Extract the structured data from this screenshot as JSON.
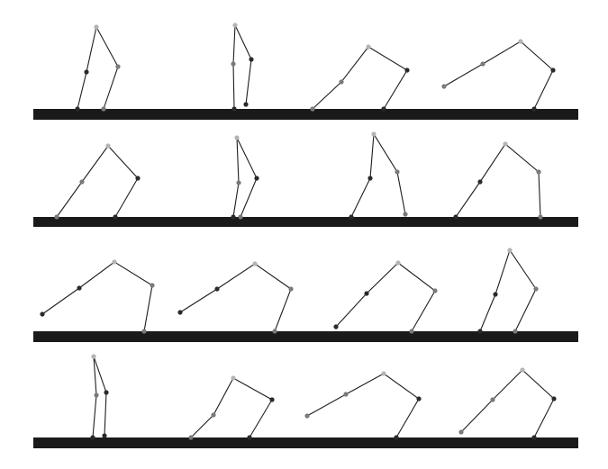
{
  "colors": {
    "ground": "#1a1a1a",
    "link": "#1e1e1e",
    "joint_dark": "#2a2a2a",
    "joint_mid": "#7a7a7a",
    "joint_light": "#b4b4b4"
  },
  "rows": [
    {
      "frames": [
        {
          "joints": [
            [
              86,
              121
            ],
            [
              96,
              80
            ],
            [
              107,
              30
            ],
            [
              131,
              74
            ],
            [
              115,
              121
            ]
          ],
          "shades": [
            "dark",
            "dark",
            "light",
            "mid",
            "mid"
          ]
        },
        {
          "joints": [
            [
              260,
              121
            ],
            [
              259,
              71
            ],
            [
              261,
              28
            ],
            [
              279,
              66
            ],
            [
              273,
              116
            ]
          ],
          "shades": [
            "dark",
            "mid",
            "light",
            "dark",
            "dark"
          ]
        },
        {
          "joints": [
            [
              347,
              121
            ],
            [
              379,
              91
            ],
            [
              409,
              52
            ],
            [
              452,
              78
            ],
            [
              426,
              121
            ]
          ],
          "shades": [
            "mid",
            "mid",
            "light",
            "dark",
            "dark"
          ]
        },
        {
          "joints": [
            [
              493,
              96
            ],
            [
              536,
              71
            ],
            [
              578,
              46
            ],
            [
              614,
              78
            ],
            [
              593,
              121
            ]
          ],
          "shades": [
            "mid",
            "mid",
            "light",
            "dark",
            "dark"
          ]
        }
      ]
    },
    {
      "frames": [
        {
          "joints": [
            [
              63,
              241
            ],
            [
              91,
              202
            ],
            [
              120,
              162
            ],
            [
              153,
              198
            ],
            [
              128,
              241
            ]
          ],
          "shades": [
            "mid",
            "mid",
            "light",
            "dark",
            "dark"
          ]
        },
        {
          "joints": [
            [
              259,
              241
            ],
            [
              265,
              203
            ],
            [
              263,
              153
            ],
            [
              285,
              198
            ],
            [
              267,
              241
            ]
          ],
          "shades": [
            "dark",
            "mid",
            "light",
            "dark",
            "mid"
          ]
        },
        {
          "joints": [
            [
              390,
              241
            ],
            [
              411,
              198
            ],
            [
              415,
              149
            ],
            [
              441,
              191
            ],
            [
              450,
              238
            ]
          ],
          "shades": [
            "dark",
            "dark",
            "light",
            "mid",
            "mid"
          ]
        },
        {
          "joints": [
            [
              506,
              241
            ],
            [
              533,
              202
            ],
            [
              561,
              160
            ],
            [
              598,
              191
            ],
            [
              600,
              241
            ]
          ],
          "shades": [
            "dark",
            "dark",
            "light",
            "mid",
            "mid"
          ]
        }
      ]
    },
    {
      "frames": [
        {
          "joints": [
            [
              47,
              349
            ],
            [
              88,
              320
            ],
            [
              127,
              291
            ],
            [
              169,
              317
            ],
            [
              160,
              368
            ]
          ],
          "shades": [
            "dark",
            "dark",
            "light",
            "mid",
            "mid"
          ]
        },
        {
          "joints": [
            [
              200,
              347
            ],
            [
              241,
              321
            ],
            [
              283,
              293
            ],
            [
              323,
              321
            ],
            [
              305,
              368
            ]
          ],
          "shades": [
            "dark",
            "dark",
            "light",
            "mid",
            "mid"
          ]
        },
        {
          "joints": [
            [
              373,
              363
            ],
            [
              407,
              326
            ],
            [
              442,
              292
            ],
            [
              483,
              323
            ],
            [
              457,
              368
            ]
          ],
          "shades": [
            "dark",
            "dark",
            "light",
            "mid",
            "mid"
          ]
        },
        {
          "joints": [
            [
              533,
              368
            ],
            [
              550,
              327
            ],
            [
              566,
              278
            ],
            [
              595,
              321
            ],
            [
              572,
              368
            ]
          ],
          "shades": [
            "dark",
            "dark",
            "light",
            "mid",
            "mid"
          ]
        }
      ]
    },
    {
      "frames": [
        {
          "joints": [
            [
              103,
              486
            ],
            [
              107,
              439
            ],
            [
              104,
              396
            ],
            [
              118,
              436
            ],
            [
              116,
              484
            ]
          ],
          "shades": [
            "dark",
            "mid",
            "light",
            "dark",
            "dark"
          ]
        },
        {
          "joints": [
            [
              212,
              486
            ],
            [
              237,
              461
            ],
            [
              259,
              420
            ],
            [
              302,
              444
            ],
            [
              277,
              486
            ]
          ],
          "shades": [
            "mid",
            "mid",
            "light",
            "dark",
            "dark"
          ]
        },
        {
          "joints": [
            [
              341,
              462
            ],
            [
              384,
              438
            ],
            [
              426,
              415
            ],
            [
              465,
              443
            ],
            [
              440,
              486
            ]
          ],
          "shades": [
            "mid",
            "mid",
            "light",
            "dark",
            "dark"
          ]
        },
        {
          "joints": [
            [
              512,
              480
            ],
            [
              547,
              444
            ],
            [
              580,
              411
            ],
            [
              615,
              443
            ],
            [
              593,
              486
            ]
          ],
          "shades": [
            "mid",
            "mid",
            "light",
            "dark",
            "dark"
          ]
        }
      ]
    }
  ]
}
